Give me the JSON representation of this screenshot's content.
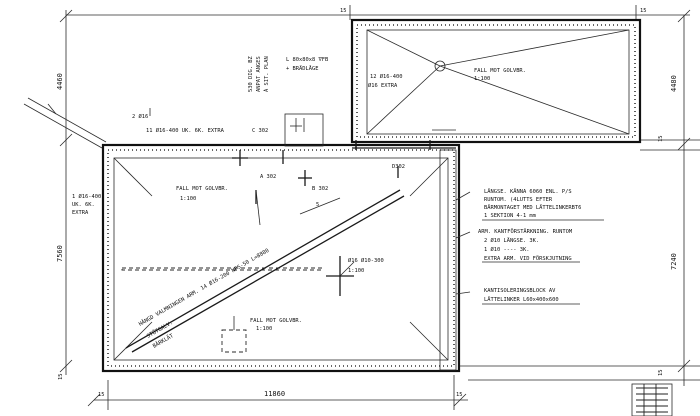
{
  "dimensions": {
    "right_upper": "4480",
    "left_upper": "4460",
    "left_lower": "7560",
    "right_lower": "7240",
    "bottom_overall": "11860",
    "bottom_left_end": "15",
    "bottom_right_end": "15",
    "right_15_upper": "15",
    "right_15_lower": "15",
    "top_15_left": "15",
    "top_15_right": "15",
    "left_15": "15"
  },
  "annotations": {
    "vert_a": "530 DIG. BZ",
    "vert_b": "ANPAT ANGES",
    "vert_c": "À SIT. PLAN",
    "lintel_a": "L 80x80x8 ∇FB",
    "lintel_b": "+ BRÄDLÅGE",
    "rebar_upper_a": "12 Ø16-400",
    "rebar_upper_b": "Ø16 EXTRA",
    "fall_upper_a": "FALL MOT GOLVBR.",
    "fall_upper_b": "1:100",
    "rebar_left_a": "2 Ø16",
    "rebar_left_b": "11 Ø16-400 UK. 6K. EXTRA",
    "c302": "C 302",
    "rebar_side_a": "1 Ø16-400",
    "rebar_side_b": "UK. 6K.",
    "rebar_side_c": "EXTRA",
    "a302": "A 302",
    "b302": "B 302",
    "d302": "D302",
    "fall_main_a": "FALL MOT GOLVBR.",
    "fall_main_b": "1:100",
    "diag_rebar": "HÄNGD VALMNINGEN   ARM. 14 Ø16-200   NPS-50   L=8880",
    "diag_rebar_b": "STÖTGALV.",
    "diag_rebar_c": "BÄRKLÄT",
    "center_rebar_a": "Ø16 Ø10-300",
    "center_rebar_b": "1:100",
    "fall_bottom_a": "FALL MOT GOLVBR.",
    "fall_bottom_b": "1:100",
    "note1_a": "LÄNGSE. KÄNNA 6060 ENL. P/S",
    "note1_b": "RUNTOM. (4LUTTS EFTER",
    "note1_c": "BÄRMONTAGET MED LÄTTELINKERBT6",
    "note1_d": "1 SEKTION 4-1 mm",
    "note2_a": "ARM. KANTFÖRSTÄRKNING. RUNTOM",
    "note2_b": "2 Ø10 LÄNGSE. 3K.",
    "note2_c": "1 Ø10  ----  3K.",
    "note2_d": "EXTRA ARM. VID FÖRSKJUTNING",
    "note3_a": "KANTISOLERINGSBLOCK AV",
    "note3_b": "LÄTTELINKER  L60x400x600",
    "dim_marker_5": "5"
  }
}
